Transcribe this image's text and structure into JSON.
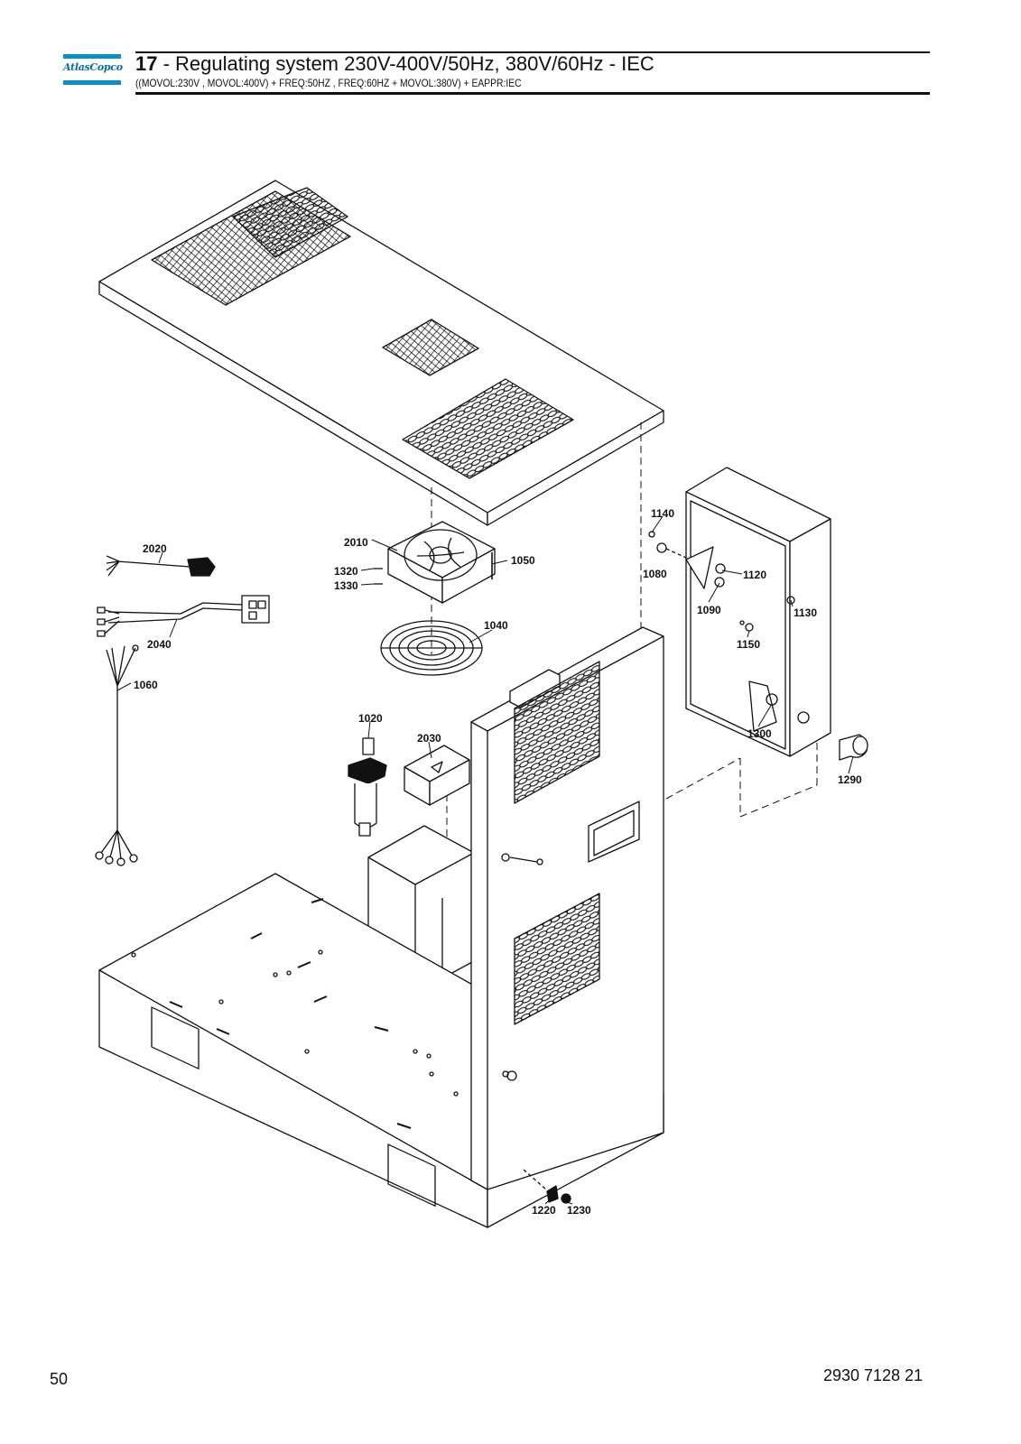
{
  "header": {
    "logo_text": "AtlasCopco",
    "section_number": "17",
    "title_rest": " - Regulating system 230V-400V/50Hz, 380V/60Hz - IEC",
    "subtitle": "((MOVOL:230V , MOVOL:400V) + FREQ:50HZ , FREQ:60HZ + MOVOL:380V) + EAPPR:IEC"
  },
  "callouts": {
    "c1020": "1020",
    "c1040": "1040",
    "c1050": "1050",
    "c1060": "1060",
    "c1080": "1080",
    "c1090": "1090",
    "c1120": "1120",
    "c1130": "1130",
    "c1140": "1140",
    "c1150": "1150",
    "c1220": "1220",
    "c1230": "1230",
    "c1290": "1290",
    "c1300": "1300",
    "c1320": "1320",
    "c1330": "1330",
    "c2010": "2010",
    "c2020": "2020",
    "c2030": "2030",
    "c2040": "2040"
  },
  "footer": {
    "page_number": "50",
    "doc_number": "2930 7128 21"
  }
}
